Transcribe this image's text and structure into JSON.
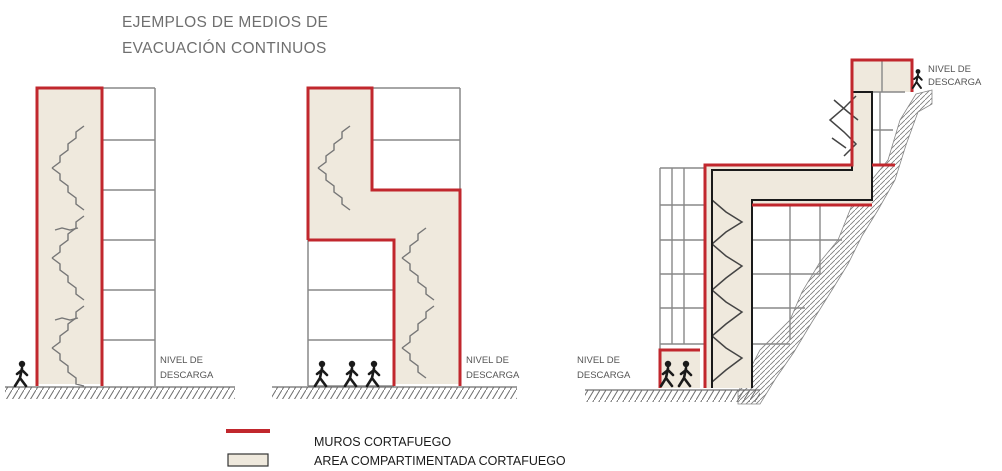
{
  "title": {
    "line1": "EJEMPLOS DE MEDIOS DE",
    "line2": "EVACUACIÓN CONTINUOS"
  },
  "labels": {
    "nivel_de": "NIVEL DE",
    "descarga": "DESCARGA"
  },
  "legend": {
    "red_line": "MUROS CORTAFUEGO",
    "beige_area": "AREA COMPARTIMENTADA CORTAFUEGO"
  },
  "colors": {
    "firewall": "#c1272d",
    "compartment": "#efe9dd",
    "structure": "#808080",
    "ground": "#6e6e6e"
  }
}
